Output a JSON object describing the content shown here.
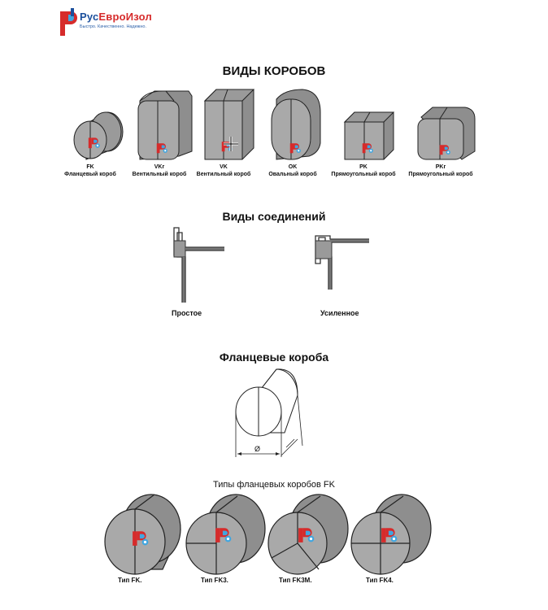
{
  "logo": {
    "brand_a": "Рус",
    "brand_b": "ЕвроИзол",
    "tagline": "Быстро. Качественно. Надежно."
  },
  "titles": {
    "box_types": "ВИДЫ КОРОБОВ",
    "joint_types": "Виды соединений",
    "flange_boxes": "Фланцевые короба",
    "flange_types": "Типы фланцевых коробов FK"
  },
  "boxes": [
    {
      "code": "FK",
      "name": "Фланцевый короб"
    },
    {
      "code": "VKr",
      "name": "Вентильный короб"
    },
    {
      "code": "VK",
      "name": "Вентильный короб"
    },
    {
      "code": "OK",
      "name": "Овальный короб"
    },
    {
      "code": "PK",
      "name": "Прямоугольный короб"
    },
    {
      "code": "PKr",
      "name": "Прямоугольный короб"
    }
  ],
  "joints": [
    {
      "name": "Простое"
    },
    {
      "name": "Усиленное"
    }
  ],
  "diagram": {
    "dimension_label": "Ø"
  },
  "fk_types": [
    {
      "name": "Тип FK."
    },
    {
      "name": "Тип FK3."
    },
    {
      "name": "Тип FK3M."
    },
    {
      "name": "Тип FK4."
    }
  ],
  "colors": {
    "shell": "#8e8e8e",
    "face": "#a9a9a9",
    "brand_blue": "#1b4f9c",
    "brand_red": "#d62b2b",
    "light_blue": "#41a6e0"
  }
}
